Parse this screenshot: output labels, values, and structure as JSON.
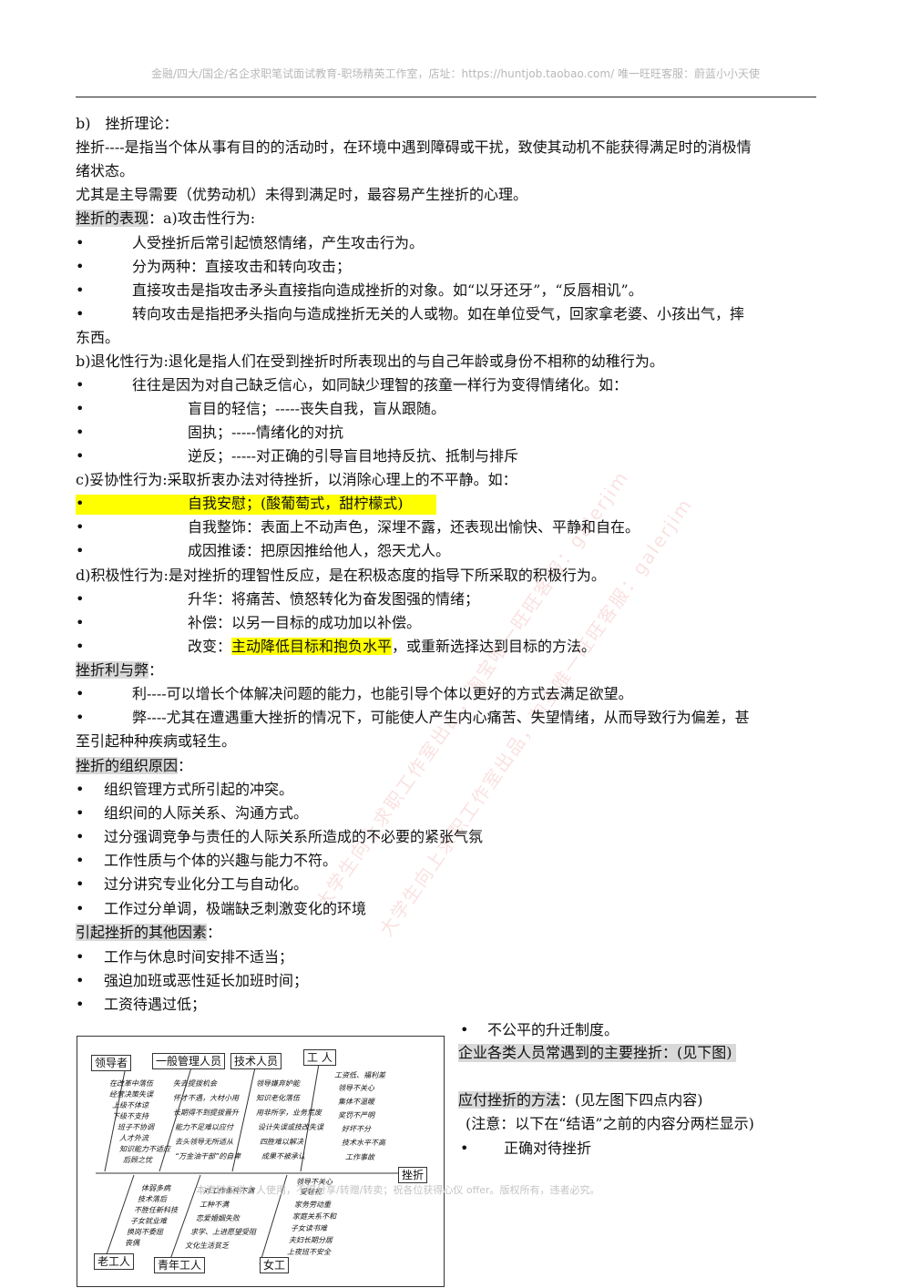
{
  "header": "金融/四大/国企/名企求职笔试面试教育-职场精英工作室，店址：https://huntjob.taobao.com/ 唯一旺旺客服：蔚蓝小小天使",
  "lines": [
    "b)　挫折理论：",
    "挫折----是指当个体从事有目的的活动时，在环境中遇到障碍或干扰，致使其动机不能获得满足时的消极情",
    "绪状态。",
    "尤其是主导需要（优势动机）未得到满足时，最容易产生挫折的心理。",
    "b)退化性行为:退化是指人们在受到挫折时所表现出的与自己年龄或身份不相称的幼稚行为。",
    "c)妥协性行为:采取折衷办法对待挫折，以消除心理上的不平静。如：",
    "d)积极性行为:是对挫折的理智性反应，是在积极态度的指导下所采取的积极行为。",
    "至引起种种疾病或轻生。"
  ],
  "headings": {
    "expression": "挫折的表现",
    "expression_suffix": "：a)攻击性行为:",
    "pros_cons": "挫折利与弊",
    "org_causes": "挫折的组织原因",
    "other_causes": "引起挫折的其他因素",
    "employees": "企业各类人员常遇到的主要挫折：(见下图)",
    "coping": "应付挫折的方法",
    "coping_suffix": "：(见左图下四点内容)"
  },
  "colon": "：",
  "bullet_symbol": "•",
  "aggressive": [
    "人受挫折后常引起愤怒情绪，产生攻击行为。",
    "分为两种：直接攻击和转向攻击；",
    "直接攻击是指攻击矛头直接指向造成挫折的对象。如“以牙还牙”，“反唇相讥”。",
    "转向攻击是指把矛头指向与造成挫折无关的人或物。如在单位受气，回家拿老婆、小孩出气，摔"
  ],
  "aggressive_tail": "东西。",
  "regressive": [
    "往往是因为对自己缺乏信心，如同缺少理智的孩童一样行为变得情绪化。如：",
    "盲目的轻信；-----丧失自我，盲从跟随。",
    "固执；-----情绪化的对抗",
    "逆反；-----对正确的引导盲目地持反抗、抵制与排斥"
  ],
  "compromise": [
    "自我安慰；(酸葡萄式，甜柠檬式)",
    "自我整饰：表面上不动声色，深埋不露，还表现出愉快、平静和自在。",
    "成因推诿：把原因推给他人，怨天尤人。"
  ],
  "positive": [
    "升华：将痛苦、愤怒转化为奋发图强的情绪；",
    "补偿：以另一目标的成功加以补偿。"
  ],
  "change": {
    "prefix": "改变：",
    "highlight": "主动降低目标和抱负水平",
    "suffix": "，或重新选择达到目标的方法。"
  },
  "pros_cons_items": [
    "利----可以增长个体解决问题的能力，也能引导个体以更好的方式去满足欲望。",
    "弊----尤其在遭遇重大挫折的情况下，可能使人产生内心痛苦、失望情绪，从而导致行为偏差，甚"
  ],
  "org_items": [
    "组织管理方式所引起的冲突。",
    "组织间的人际关系、沟通方式。",
    "过分强调竞争与责任的人际关系所造成的不必要的紧张气氛",
    "工作性质与个体的兴趣与能力不符。",
    "过分讲究专业化分工与自动化。",
    "工作过分单调，极端缺乏刺激变化的环境"
  ],
  "other_items": [
    "工作与休息时间安排不适当；",
    "强迫加班或恶性延长加班时间；",
    "工资待遇过低；"
  ],
  "right_col": {
    "promotion": "不公平的升迁制度。",
    "note": "(注意：以下在“结语”之前的内容分两栏显示)",
    "treat": "正确对待挫折"
  },
  "fishbone": {
    "boxes": [
      "领导者",
      "一般管理人员",
      "技术人员",
      "工 人",
      "挫折",
      "老工人",
      "青年工人",
      "女工"
    ],
    "leader": [
      "在改革中落伍",
      "经营决策失误",
      "上级不体谅",
      "下级不支持",
      "班子不协调",
      "人才外流",
      "知识能力不适应",
      "后顾之忧"
    ],
    "manager": [
      "失去提拔机会",
      "怀才不遇，大材小用",
      "长期得不到提拔晋升",
      "能力不足难以应付",
      "去头领导无所适从",
      "“万金油干部”的自卑"
    ],
    "tech": [
      "领导嫌弃妒能",
      "知识老化落伍",
      "用非所学，业务荒废",
      "设计失误或技改失误",
      "四胜难以解决",
      "成果不被承认"
    ],
    "worker": [
      "工资低、福利差",
      "领导不关心",
      "集体不温暖",
      "奖罚不严明",
      "好坏不分",
      "技术水平不高",
      "工作事故"
    ],
    "old": [
      "体弱多病",
      "技术落后",
      "不胜任新科技",
      "子女就业难",
      "换岗不委屈",
      "丧偶"
    ],
    "young": [
      "对工作条件不满",
      "工种不满",
      "恋爱婚姻失败",
      "求学、上进愿望受阻",
      "文化生活贫乏"
    ],
    "female": [
      "领导不关心",
      "受轻视",
      "家务劳动重",
      "家庭关系不和",
      "子女读书难",
      "夫妇长期分居",
      "上夜班不安全"
    ]
  },
  "watermark": "大学生向上求职工作室出品，淘宝唯一旺旺客服：galerjim",
  "footer": "本资料仅供个人使用，不得分享/转赠/转卖；祝各位获得心仪 offer。版权所有，违者必究。"
}
